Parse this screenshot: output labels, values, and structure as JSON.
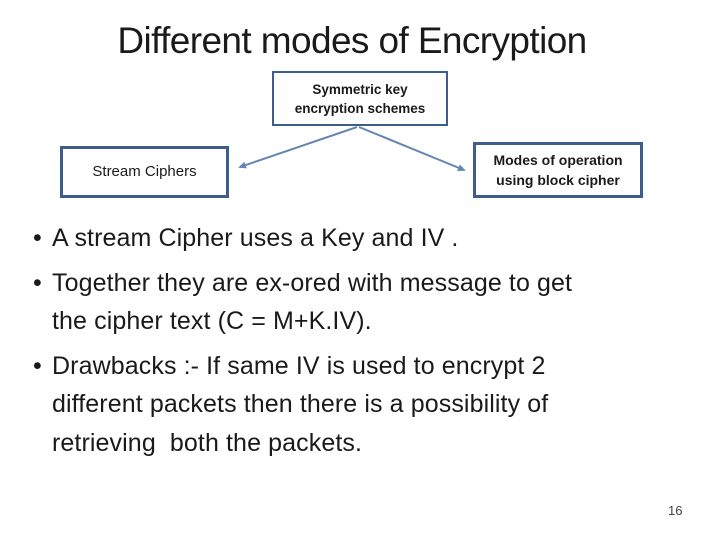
{
  "slide": {
    "title": "Different modes of Encryption",
    "page_number": "16"
  },
  "diagram": {
    "top_box": {
      "line1": "Symmetric key",
      "line2": "encryption schemes"
    },
    "left_box": {
      "label": "Stream Ciphers"
    },
    "right_box": {
      "line1": "Modes of operation",
      "line2": "using block cipher"
    },
    "colors": {
      "box_border": "#3f5d8a",
      "connector": "#6586b2",
      "text": "#1a1a1a"
    }
  },
  "bullets": {
    "marker": "•",
    "items": [
      {
        "lines": [
          "A stream Cipher uses a Key and IV ."
        ]
      },
      {
        "lines": [
          "Together they are ex-ored with message to get",
          "the cipher text (C = M+K.IV)."
        ]
      },
      {
        "lines": [
          "Drawbacks :- If same IV is used to encrypt 2",
          "different packets then there is a possibility of",
          "retrieving  both the packets."
        ]
      }
    ]
  }
}
